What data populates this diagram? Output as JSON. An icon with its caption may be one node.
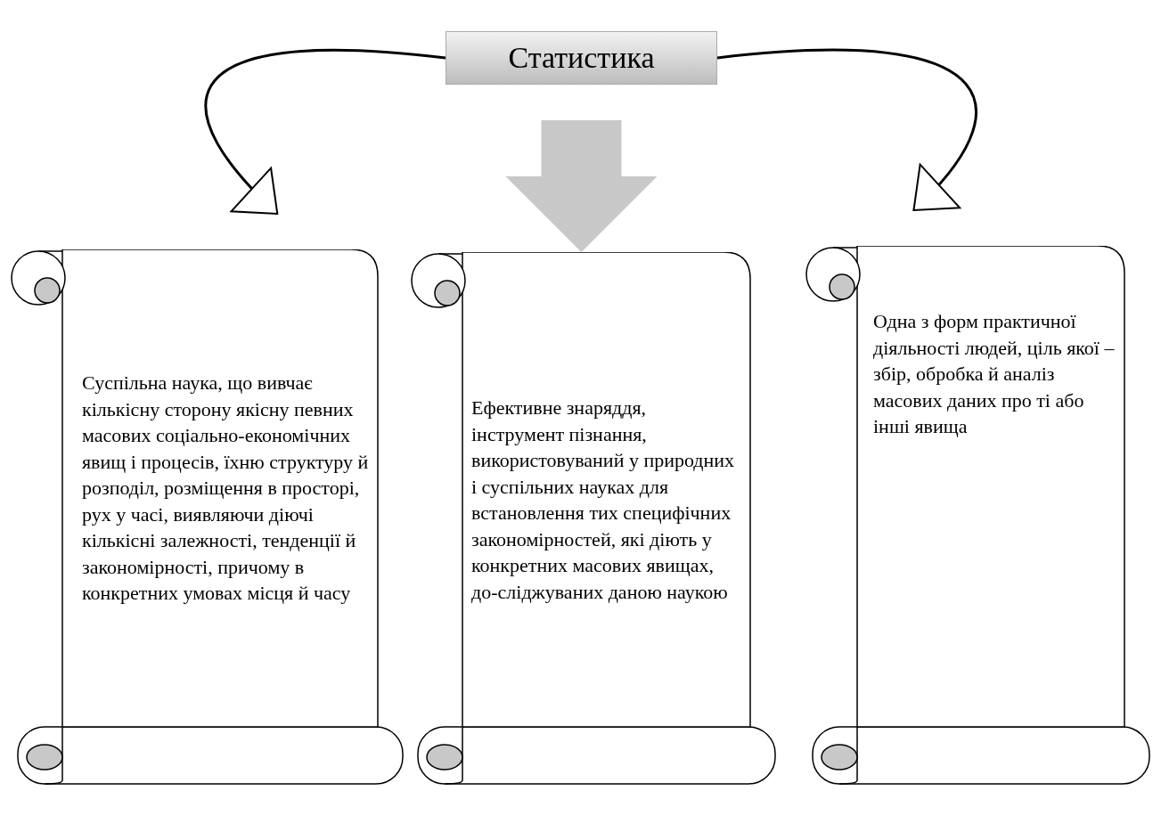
{
  "diagram": {
    "nodes": [
      {
        "text": [
          "Статистика"
        ]
      },
      {
        "text": [
          "Суспільна наука, що вивчає кількісну сторону якісну певних масових соціально-економічних явищ і процесів, їхню структуру й розподіл, розміщення  в просторі, рух у часі, виявляючи діючі кількісні залежності, тенденції й закономірності, причому в конкретних умовах місця й часу"
        ]
      },
      {
        "text": [
          "Ефективне знаряддя, інструмент пізнання, використовуваний у природних і суспільних науках для встановлення тих специфічних закономірностей, які діють у конкретних масових явищах, до-сліджуваних даною наукою"
        ]
      },
      {
        "text": [
          "Одна з форм практичної діяльності людей, ціль якої – збір, обробка й аналіз масових даних про ті або інші явища"
        ]
      }
    ],
    "edges": [
      {
        "from": 0,
        "to": 1,
        "arrow": "to"
      },
      {
        "from": 0,
        "to": 2,
        "arrow": "to",
        "style": "thick",
        "color": "#c8c8c8"
      },
      {
        "from": 0,
        "to": 3,
        "arrow": "to"
      }
    ]
  }
}
